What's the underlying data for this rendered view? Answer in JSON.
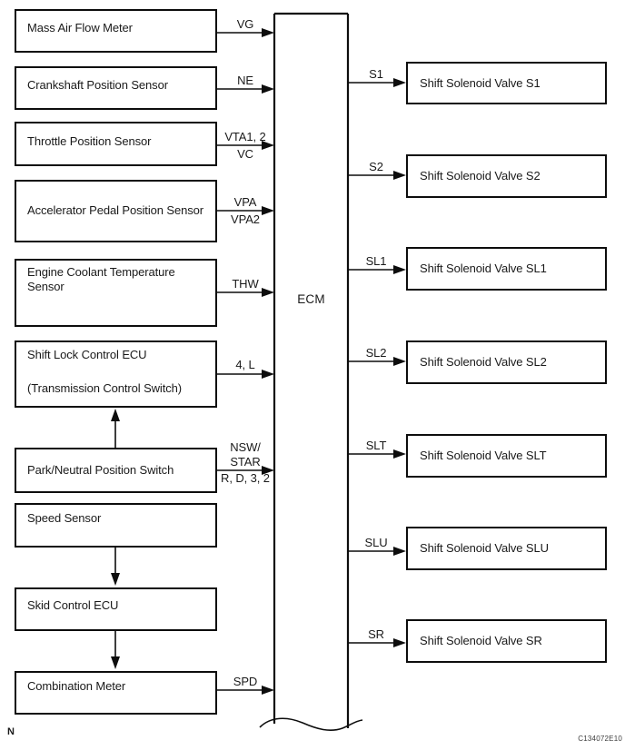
{
  "figure": {
    "ecm_label": "ECM",
    "corner_note": "N",
    "figure_id": "C134072E10",
    "colors": {
      "line": "#0d0d0d",
      "text": "#1a1a1a",
      "background": "#ffffff"
    },
    "inputs": [
      {
        "label": "Mass Air Flow Meter",
        "signal_above": "VG"
      },
      {
        "label": "Crankshaft Position Sensor",
        "signal_above": "NE"
      },
      {
        "label": "Throttle Position Sensor",
        "signal_above": "VTA1, 2",
        "signal_below": "VC"
      },
      {
        "label": "Accelerator Pedal Position Sensor",
        "signal_above": "VPA",
        "signal_below": "VPA2"
      },
      {
        "label": "Engine Coolant Temperature Sensor",
        "signal_above": "THW"
      },
      {
        "label": "Shift Lock Control ECU",
        "sublabel": "(Transmission Control Switch)",
        "signal_above": "4, L"
      },
      {
        "label": "Park/Neutral Position Switch",
        "signal_above": "NSW/",
        "signal_above2": "STAR",
        "signal_below": "R, D, 3, 2"
      },
      {
        "label": "Speed Sensor"
      },
      {
        "label": "Skid Control ECU"
      },
      {
        "label": "Combination Meter",
        "signal_above": "SPD"
      }
    ],
    "outputs": [
      {
        "signal": "S1",
        "label": "Shift Solenoid Valve S1"
      },
      {
        "signal": "S2",
        "label": "Shift Solenoid Valve S2"
      },
      {
        "signal": "SL1",
        "label": "Shift Solenoid Valve SL1"
      },
      {
        "signal": "SL2",
        "label": "Shift Solenoid Valve SL2"
      },
      {
        "signal": "SLT",
        "label": "Shift Solenoid Valve SLT"
      },
      {
        "signal": "SLU",
        "label": "Shift Solenoid Valve SLU"
      },
      {
        "signal": "SR",
        "label": "Shift Solenoid Valve SR"
      }
    ]
  }
}
